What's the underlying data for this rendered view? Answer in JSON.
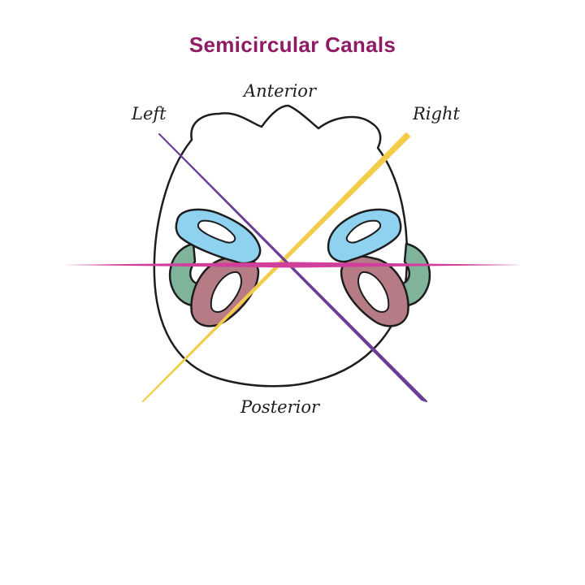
{
  "title": "Semicircular Canals",
  "labels": {
    "anterior": "Anterior",
    "left": "Left",
    "right": "Right",
    "posterior": "Posterior"
  },
  "colors": {
    "title": "#8e1b63",
    "horizontal_plane": "#d13f9d",
    "left_plane": "#6b3d96",
    "right_plane": "#f3cd4a",
    "anterior_canal": "#8fd2f0",
    "posterior_canal": "#b57c86",
    "lateral_canal": "#7fb39a",
    "outline": "#1d1d1d"
  }
}
